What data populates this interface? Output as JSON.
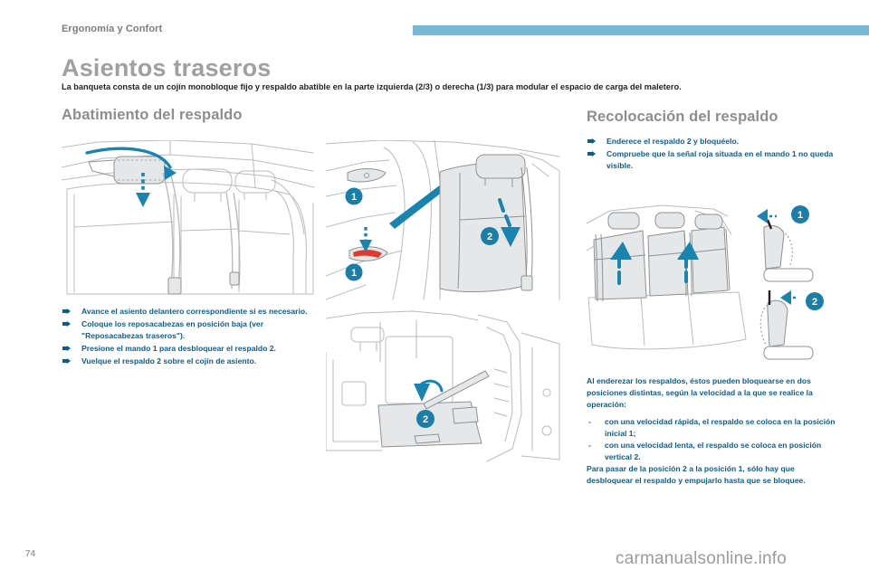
{
  "header": {
    "title": "Ergonomía y Confort",
    "rule_color": "#79b8d6"
  },
  "doc": {
    "title": "Asientos traseros",
    "intro": "La banqueta consta de un cojín monobloque fijo y respaldo abatible en la parte izquierda (2/3) o derecha (1/3) para modular el espacio de carga del maletero.",
    "page_number": "74",
    "watermark": "carmanualsonline.info"
  },
  "left_column": {
    "section_title": "Abatimiento del respaldo",
    "bullets": [
      "Avance el asiento delantero correspondiente si es necesario.",
      "Coloque los reposacabezas en posición baja (ver \"Reposacabezas traseros\").",
      "Presione el mando 1 para desbloquear el respaldo 2.",
      "Vuelque el respaldo 2 sobre el cojín de asiento."
    ]
  },
  "right_column": {
    "section_title": "Recolocación del respaldo",
    "bullets": [
      "Enderece el respaldo 2 y bloquéelo.",
      "Compruebe que la señal roja situada en el mando 1 no queda visible."
    ],
    "paragraph_1": "Al enderezar los respaldos, éstos pueden bloquearse en dos posiciones distintas, según la velocidad a la que se realice la operación:",
    "dash_items": [
      "con una velocidad rápida, el respaldo se coloca en la posición inicial 1;",
      "con una velocidad lenta, el respaldo se coloca en posición vertical 2."
    ],
    "paragraph_2": "Para pasar de la posición 2 a la posición 1, sólo hay que desbloquear el respaldo y empujarlo hasta que se bloquee."
  },
  "figures": {
    "fig_headrest": {
      "name": "rear-seat-headrest-lowering",
      "callouts": []
    },
    "fig_release": {
      "name": "seatback-release-lever-and-fold",
      "callouts": [
        "1",
        "1",
        "2"
      ]
    },
    "fig_folded": {
      "name": "seatback-folded-in-boot",
      "callouts": [
        "2"
      ]
    },
    "fig_restore": {
      "name": "rear-bench-seatback-raise-positions",
      "callouts": [
        "1",
        "2"
      ]
    }
  },
  "colors": {
    "accent_blue": "#1a84b0",
    "accent_blue_dark": "#0c5d8f",
    "header_bar": "#79b8d6",
    "gray_title": "#9fa0a2",
    "line_gray": "#b9bcbe",
    "fill_gray": "#e6e7e8",
    "red_marker": "#e03a2f"
  }
}
